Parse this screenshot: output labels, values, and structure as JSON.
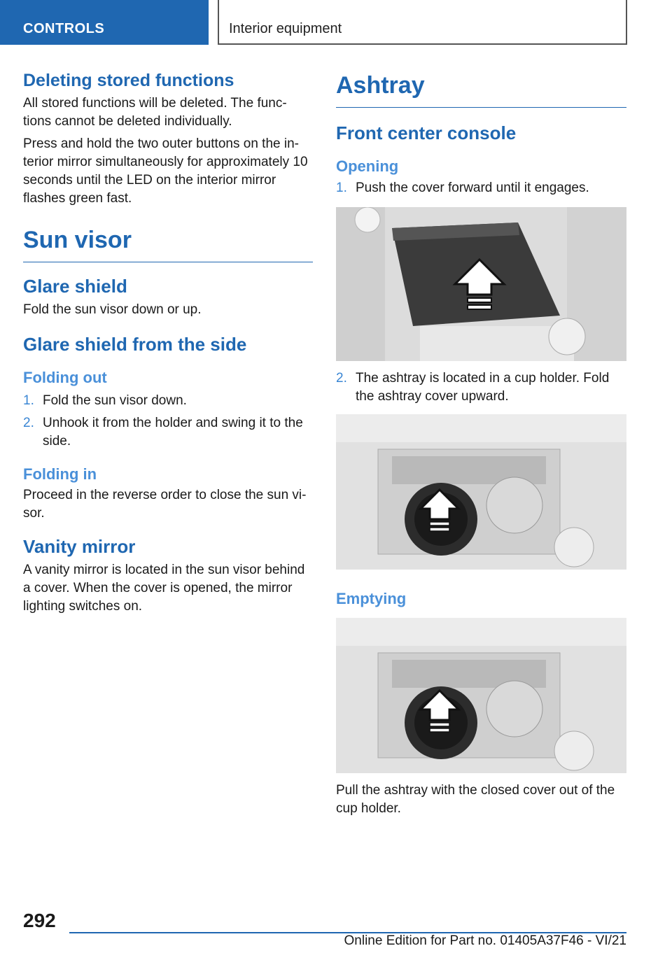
{
  "header": {
    "section": "CONTROLS",
    "chapter": "Interior equipment"
  },
  "left": {
    "deleting": {
      "title": "Deleting stored functions",
      "p1": "All stored functions will be deleted. The func-tions cannot be deleted individually.",
      "p2": "Press and hold the two outer buttons on the in-terior mirror simultaneously for approximately 10 seconds until the LED on the interior mirror flashes green fast."
    },
    "sun_visor": {
      "title": "Sun visor",
      "glare_shield": {
        "title": "Glare shield",
        "text": "Fold the sun visor down or up."
      },
      "glare_side": {
        "title": "Glare shield from the side"
      },
      "folding_out": {
        "title": "Folding out",
        "steps": [
          {
            "num": "1.",
            "text": "Fold the sun visor down."
          },
          {
            "num": "2.",
            "text": "Unhook it from the holder and swing it to the side."
          }
        ]
      },
      "folding_in": {
        "title": "Folding in",
        "text": "Proceed in the reverse order to close the sun vi-sor."
      },
      "vanity": {
        "title": "Vanity mirror",
        "text": "A vanity mirror is located in the sun visor behind a cover. When the cover is opened, the mirror lighting switches on."
      }
    }
  },
  "right": {
    "ashtray": {
      "title": "Ashtray",
      "front_console": "Front center console",
      "opening": {
        "title": "Opening",
        "steps": [
          {
            "num": "1.",
            "text": "Push the cover forward until it engages."
          },
          {
            "num": "2.",
            "text": "The ashtray is located in a cup holder. Fold the ashtray cover upward."
          }
        ]
      },
      "emptying": {
        "title": "Emptying",
        "text": "Pull the ashtray with the closed cover out of the cup holder."
      }
    }
  },
  "footer": {
    "page": "292",
    "edition": "Online Edition for Part no. 01405A37F46 - VI/21"
  },
  "colors": {
    "brand_blue": "#1f67b1",
    "subhead_blue": "#4a90d9"
  }
}
